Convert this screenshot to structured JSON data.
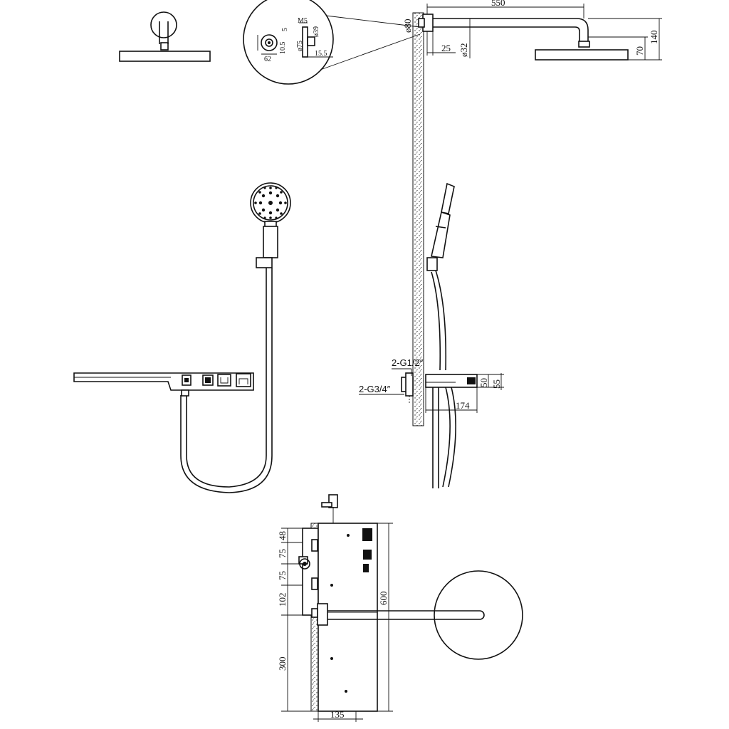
{
  "dimensions": {
    "arm_length": "550",
    "flange_dia": "ø80",
    "arm_offset": "25",
    "arm_dia": "ø32",
    "head_total_height": "140",
    "head_drop": "70",
    "detail_m5": "M5",
    "detail_39": "ø39",
    "detail_75": "ø75",
    "detail_5": "5",
    "detail_10_5": "10.5",
    "detail_15_5": "15.5",
    "detail_62": "62",
    "inlet_half": "2-G1/2″",
    "inlet_three_quarter": "2-G3/4″",
    "shelf_h_50": "50",
    "shelf_h_55": "55",
    "shelf_depth_174": "174",
    "front_48": "48",
    "front_75a": "75",
    "front_75b": "75",
    "front_102": "102",
    "front_600": "600",
    "front_300": "300",
    "front_135": "135"
  }
}
